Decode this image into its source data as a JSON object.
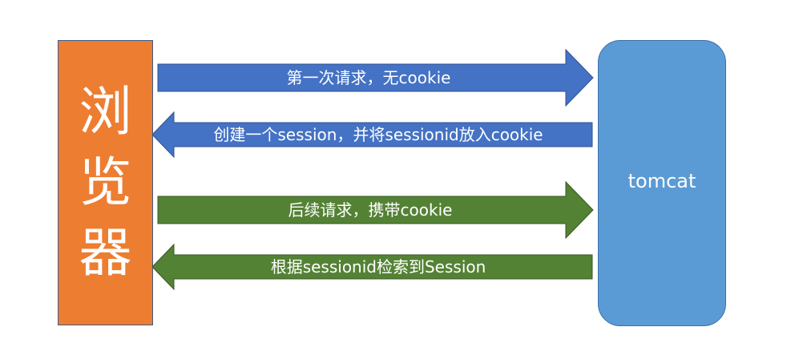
{
  "browser": {
    "label": "浏览器",
    "fill": "#ED7D31"
  },
  "server": {
    "label": "tomcat",
    "fill": "#5B9BD5"
  },
  "arrows": [
    {
      "label": "第一次请求，无cookie",
      "direction": "right",
      "fill": "#4472C4"
    },
    {
      "label": "创建一个session，并将sessionid放入cookie",
      "direction": "left",
      "fill": "#4472C4"
    },
    {
      "label": "后续请求，携带cookie",
      "direction": "right",
      "fill": "#548235"
    },
    {
      "label": "根据sessionid检索到Session",
      "direction": "left",
      "fill": "#548235"
    }
  ]
}
